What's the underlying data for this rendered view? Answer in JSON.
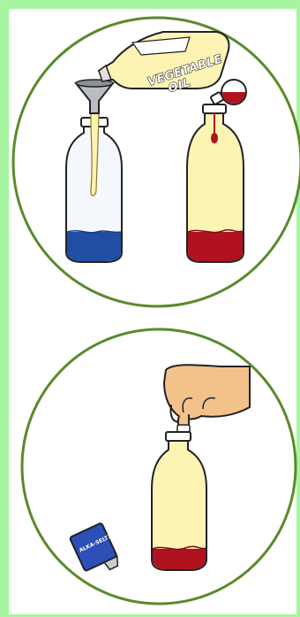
{
  "top_scene": {
    "oil_label_line1": "VEGETABLE",
    "oil_label_line2": "OIL"
  },
  "bottom_scene": {
    "tablet_packet_text": "ALKA-SELTZER"
  },
  "colors": {
    "background": "#a6f5a0",
    "circle_border": "#5a8a2a",
    "blue_water": "#1f4ea3",
    "red_water": "#b0121f",
    "oil": "#fdf3b3"
  }
}
